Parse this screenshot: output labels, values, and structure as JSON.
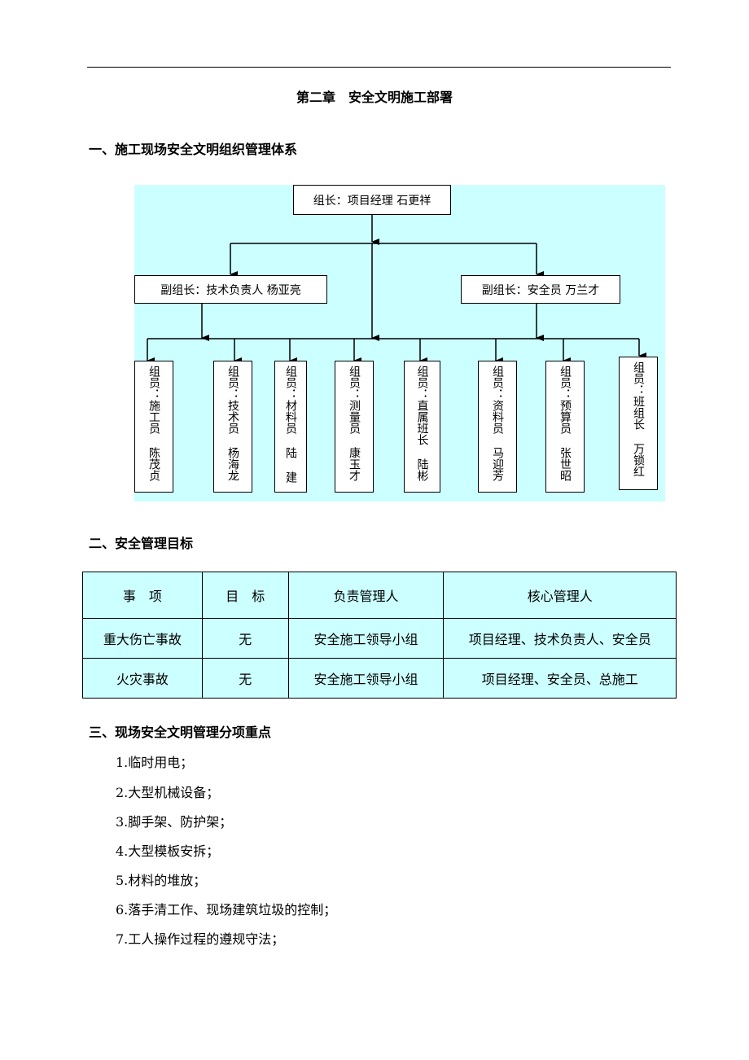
{
  "chapter_title": "第二章　安全文明施工部署",
  "section1": {
    "title": "一、施工现场安全文明组织管理体系"
  },
  "org_chart": {
    "leader": "组长：项目经理 石更祥",
    "deputy_left": "副组长：技术负责人 杨亚亮",
    "deputy_right": "副组长：安全员 万兰才",
    "members": [
      "组员：施工员 陈茂贞",
      "组员：技术员 杨海龙",
      "组员：材料员 陆 建",
      "组员：测量员 康玉才",
      "组员：直属班长 陆彬",
      "组员：资料员 马迎芳",
      "组员：预算员 张世昭",
      "组员：班组长 万锁红"
    ]
  },
  "section2": {
    "title": "二、安全管理目标"
  },
  "goals_table": {
    "headers": [
      "事　项",
      "目　标",
      "负责管理人",
      "核心管理人"
    ],
    "rows": [
      [
        "重大伤亡事故",
        "无",
        "安全施工领导小组",
        "项目经理、技术负责人、安全员"
      ],
      [
        "火灾事故",
        "无",
        "安全施工领导小组",
        "项目经理、安全员、总施工"
      ]
    ]
  },
  "section3": {
    "title": "三、现场安全文明管理分项重点",
    "items": [
      "1.临时用电；",
      "2.大型机械设备；",
      "3.脚手架、防护架；",
      "4.大型模板安拆；",
      "5.材料的堆放；",
      "6.落手清工作、现场建筑垃圾的控制；",
      "7.工人操作过程的遵规守法；"
    ]
  },
  "colors": {
    "chart_bg": "#ccffff",
    "table_bg": "#ccffff"
  }
}
